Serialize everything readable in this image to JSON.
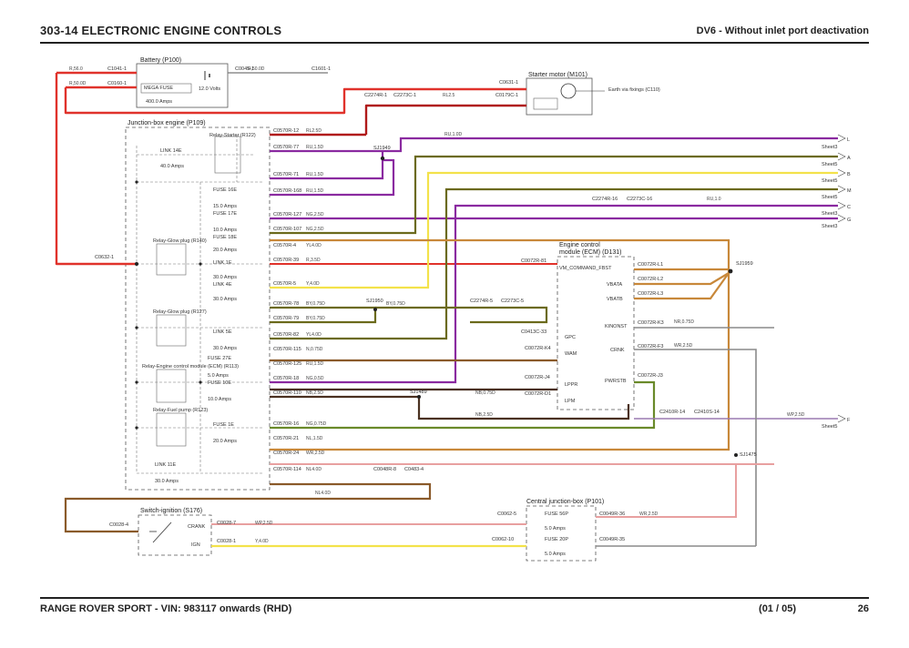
{
  "header": {
    "title": "303-14 ELECTRONIC ENGINE CONTROLS",
    "subtitle": "DV6 - Without inlet port deactivation"
  },
  "footer": {
    "vehicle": "RANGE ROVER SPORT - VIN: 983117 onwards (RHD)",
    "page_count": "(01 / 05)",
    "page_number": "26"
  },
  "components": {
    "battery": "Battery (P100)",
    "battery_fuse": "MEGA FUSE",
    "battery_amps": "400.0 Amps",
    "battery_volts": "12.0 Volts",
    "starter": "Starter motor (M101)",
    "starter_earth": "Earth via fixings (C110)",
    "jbe": "Junction-box engine (P109)",
    "ecm_line1": "Engine control",
    "ecm_line2": "module (ECM) (D131)",
    "switch": "Switch-ignition (S176)",
    "cjb": "Central junction-box (P101)"
  },
  "wires": {
    "w_ra8": "R,56.0",
    "w_r50": "R,50.0D",
    "w_r50b": "R,50.0D",
    "w_rl25": "RL2.5",
    "w_rl25b": "RL2.5D",
    "w_ru15": "RU,1.5D",
    "w_ru10": "RU,1.0D",
    "w_ru15b": "RU,1.5D",
    "w_ru15c": "RU,1.5D",
    "w_ng25": "NG,2.5D",
    "w_ng25b": "NG,2.5D",
    "w_yl4": "YL4.0D",
    "w_r35": "R,3.5D",
    "w_y4": "Y,4.0D",
    "w_ry": "BY,0.75D",
    "w_ry2": "BY,0.75D",
    "w_ry3": "BY,0.75D",
    "w_yl": "YL4.0D",
    "w_n": "N,0.75D",
    "w_ru": "RU,1.5D",
    "w_ng": "NG,0.5D",
    "w_ng3": "NB,2.5D",
    "w_nb": "NB,0.75D",
    "w_nb2": "NB,2.5D",
    "w_ng4": "NG,0.75D",
    "w_nl15": "NL,1.5D",
    "w_wr": "WR,2.5D",
    "w_nl": "NL4.0D",
    "w_nl2": "NL4.0D",
    "w_wp": "WP,2.5D",
    "w_yl2": "Y,4.0D",
    "w_wr2": "WR,2.5D",
    "w_wr3": "WR,2.5D",
    "w_wp2": "WP,2.5D",
    "w_ru11": "RU,1.0",
    "w_nr": "NR,0.75D"
  },
  "connectors": {
    "c1": "C1041-1",
    "c2": "C0045-1",
    "c3": "C1601-1",
    "c4": "C0160-1",
    "c5": "C0631-1",
    "c6": "C2274R-1",
    "c6b": "C2273C-1",
    "c7": "C0179C-1",
    "c8": "C0632-1",
    "c9": "C0570R-12",
    "c10": "C0570R-77",
    "c11": "C0570R-71",
    "c12": "C0570R-168",
    "c13": "C0570R-127",
    "c14": "C0570R-107",
    "c15": "C0570R-4",
    "c16": "C0570R-39",
    "c17": "C0570R-5",
    "c18": "C0570R-78",
    "c19": "C0570R-79",
    "c20": "C0570R-82",
    "c21": "C0570R-115",
    "c22": "C0570R-125",
    "c23": "C0570R-18",
    "c24": "C0570R-110",
    "c25": "C0570R-16",
    "c26": "C0570R-21",
    "c27": "C0570R-24",
    "c28": "C0570R-114",
    "c29": "C2274R-16",
    "c29b": "C2273C-16",
    "c30": "C2274R-5",
    "c30b": "C2273C-5",
    "c31": "C0072R-81",
    "c32": "C0072R-L1",
    "c33": "C0072R-L2",
    "c34": "C0072R-L3",
    "c35": "C0072R-K3",
    "c36": "C0072R-F3",
    "c37": "C0072R-J3",
    "c38": "C0072R-J4",
    "c39": "C0072R-D1",
    "c40": "C0072R-K4",
    "c41": "C2410R-14",
    "c41b": "C2410S-14",
    "c42": "C0048R-8",
    "c42b": "C0483-4",
    "c43": "C0028-4",
    "c44": "C0028-7",
    "c45": "C0028-1",
    "c46": "C0062-5",
    "c47": "C0062-10",
    "c48": "C0049R-36",
    "c49": "C0049R-35",
    "c50": "C0413C-33",
    "s1": "SJ1949",
    "s2": "SJ1950",
    "s3": "SJ1959",
    "s4": "SJ1475",
    "s5": "SJ1489"
  },
  "fuses": {
    "link14e": "LINK 14E",
    "a14e": "40.0 Amps",
    "fuse16e": "FUSE 16E",
    "a16e": "15.0 Amps",
    "fuse17e": "FUSE 17E",
    "a17e": "10.0 Amps",
    "fuse18e": "FUSE 18E",
    "a18e": "20.0 Amps",
    "link1e": "LINK 1E",
    "a1e": "30.0 Amps",
    "link4e": "LINK 4E",
    "a4e": "30.0 Amps",
    "link5e": "LINK 5E",
    "a5e": "30.0 Amps",
    "fuse27e": "FUSE 27E",
    "a27e": "5.0 Amps",
    "fuse10e": "FUSE 10E",
    "a10e": "10.0 Amps",
    "fuse1e": "FUSE 1E",
    "a1e2": "20.0 Amps",
    "link11e": "LINK 11E",
    "a11e": "30.0 Amps",
    "fuse56p": "FUSE 56P",
    "a56p": "5.0 Amps",
    "fuse20p": "FUSE 20P",
    "a20p": "5.0 Amps"
  },
  "relays": {
    "r1": "Relay-Starter (R122)",
    "r2": "Relay-Glow plug (R140)",
    "r3": "Relay-Glow plug (R127)",
    "r4": "Relay-Engine control module (ECM) (R113)",
    "r5": "Relay-Fuel pump (R123)"
  },
  "pins": {
    "p1": "VM_COMMAND_FBST",
    "p2": "VBATA",
    "p3": "VBATB",
    "p4": "KINONST",
    "p5": "CRNK",
    "p6": "PWRSTB",
    "p7": "GPC",
    "p8": "WAM",
    "p9": "LPPR",
    "p10": "LPM",
    "p11": "CRANK",
    "p12": "IGN"
  },
  "shields": {
    "l": "L",
    "a": "A",
    "b": "B",
    "m": "M",
    "c": "C",
    "g": "G",
    "f": "F",
    "sh1": "Sheet3",
    "sh2": "Sheet5",
    "sh3": "Sheet5",
    "sh4": "Sheet5",
    "sh5": "Sheet3",
    "sh6": "Sheet3",
    "sh7": "Sheet5"
  },
  "colors": {
    "red": "#e0322b",
    "dark_red": "#b01a1a",
    "purple": "#8a2aa0",
    "yellow": "#f3e24a",
    "olive": "#6b6a1c",
    "brown": "#8a5a2a",
    "orange": "#c8883a",
    "green": "#6a8a2a",
    "pink": "#e8a0a0",
    "grey": "#8a8a8a",
    "dark_brown": "#4a3020"
  }
}
